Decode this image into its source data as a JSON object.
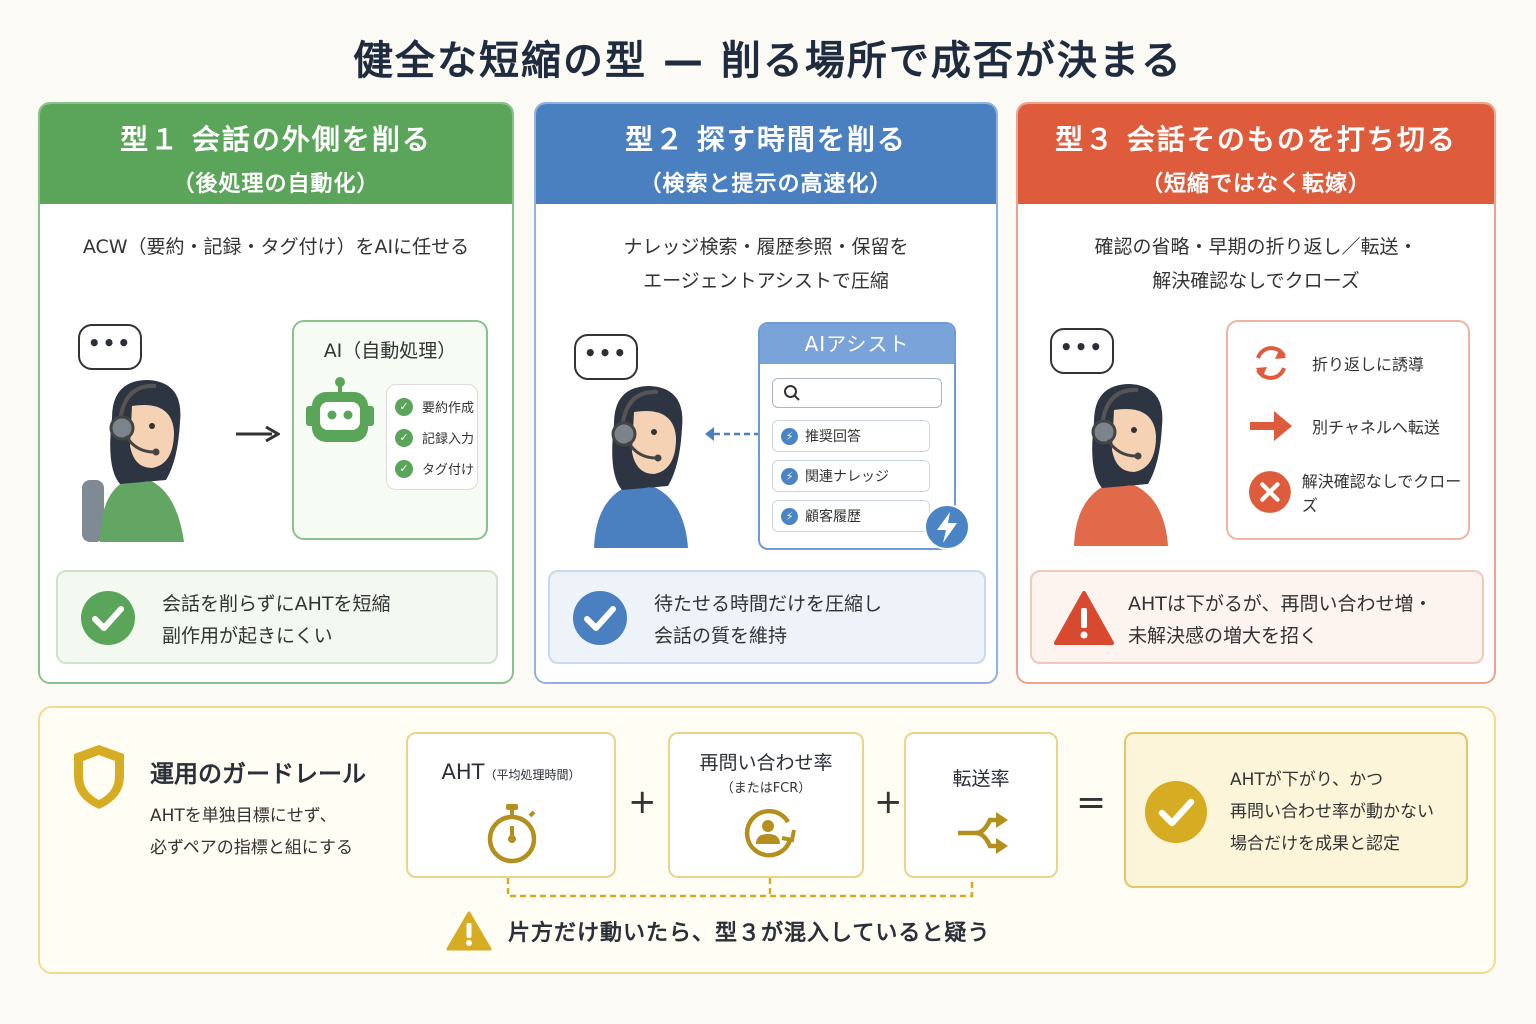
{
  "title": "健全な短縮の型 — 削る場所で成否が決まる",
  "colors": {
    "green": "#5aa55a",
    "blue": "#4a7fc0",
    "red": "#de5c3c",
    "yellow": "#d6ac22"
  },
  "cards": [
    {
      "heading": "型１ 会話の外側を削る",
      "subheading": "（後処理の自動化）",
      "desc_line1": "ACW（要約・記録・タグ付け）をAIに任せる",
      "desc_line2": "",
      "panel_title": "AI（自動処理）",
      "checks": [
        "要約作成",
        "記録入力",
        "タグ付け"
      ],
      "result_line1": "会話を削らずにAHTを短縮",
      "result_line2": "副作用が起きにくい"
    },
    {
      "heading": "型２ 探す時間を削る",
      "subheading": "（検索と提示の高速化）",
      "desc_line1": "ナレッジ検索・履歴参照・保留を",
      "desc_line2": "エージェントアシストで圧縮",
      "panel_title": "AIアシスト",
      "items": [
        "推奨回答",
        "関連ナレッジ",
        "顧客履歴"
      ],
      "result_line1": "待たせる時間だけを圧縮し",
      "result_line2": "会話の質を維持"
    },
    {
      "heading": "型３ 会話そのものを打ち切る",
      "subheading": "（短縮ではなく転嫁）",
      "desc_line1": "確認の省略・早期の折り返し／転送・",
      "desc_line2": "解決確認なしでクローズ",
      "options": [
        "折り返しに誘導",
        "別チャネルへ転送",
        "解決確認なしでクローズ"
      ],
      "result_line1": "AHTは下がるが、再問い合わせ増・",
      "result_line2": "未解決感の増大を招く"
    }
  ],
  "guardrail": {
    "title": "運用のガードレール",
    "desc_line1": "AHTを単独目標にせず、",
    "desc_line2": "必ずペアの指標と組にする",
    "metric1": "AHT",
    "metric1_sub": "（平均処理時間）",
    "metric2": "再問い合わせ率",
    "metric2_sub": "（またはFCR）",
    "metric3": "転送率",
    "plus": "+",
    "equals": "=",
    "result_line1": "AHTが下がり、かつ",
    "result_line2": "再問い合わせ率が動かない",
    "result_line3": "場合だけを成果と認定",
    "warning": "片方だけ動いたら、型３が混入していると疑う"
  }
}
